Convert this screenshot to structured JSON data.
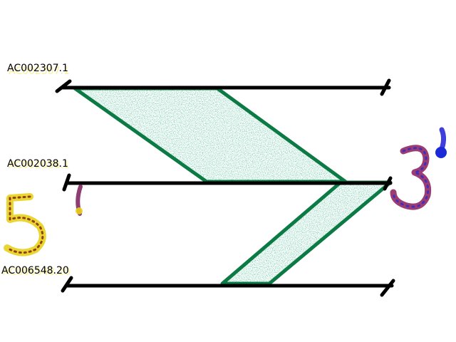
{
  "sequences": [
    {
      "id": "seq-top",
      "label": "AC002307.1"
    },
    {
      "id": "seq-middle",
      "label": "AC002038.1"
    },
    {
      "id": "seq-bottom",
      "label": "AC006548.20"
    }
  ],
  "alignments": [
    {
      "from": "AC002307.1",
      "to": "AC002038.1"
    },
    {
      "from": "AC002038.1",
      "to": "AC006548.20"
    }
  ],
  "strand_marks": {
    "left": "5'",
    "right": "3'"
  },
  "colors": {
    "sequence_line": "#000000",
    "alignment_outline": "#0b7a45",
    "alignment_fill": "#1f8a5a",
    "five_prime": "#e8d21a",
    "five_prime_accent": "#7a1a1a",
    "three_prime": "#8a1a5a",
    "three_prime_accent": "#1a2ad8"
  }
}
